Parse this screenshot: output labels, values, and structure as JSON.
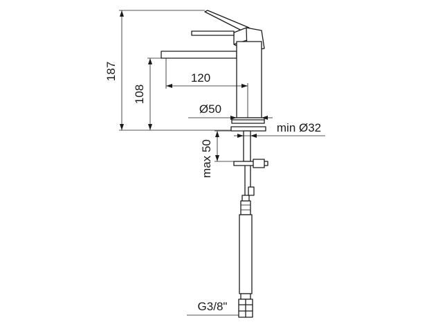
{
  "dimensions": {
    "overall_height": "187",
    "spout_height": "108",
    "spout_reach": "120",
    "body_diameter": "Ø50",
    "hole_diameter": "min Ø32",
    "deck_thickness": "max 50",
    "connection": "G3/8\""
  }
}
